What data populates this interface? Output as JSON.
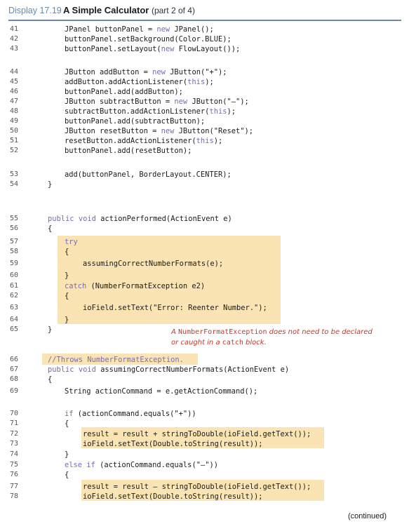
{
  "header": {
    "display_label": "Display 17.19",
    "title": "A Simple Calculator",
    "part": "(part 2 of 4)"
  },
  "code_lines": [
    {
      "no": "41",
      "text": "JPanel buttonPanel = new JPanel();"
    },
    {
      "no": "42",
      "text": "buttonPanel.setBackground(Color.BLUE);"
    },
    {
      "no": "43",
      "text": "buttonPanel.setLayout(new FlowLayout());"
    },
    {
      "no": "44",
      "text": "JButton addButton = new JButton(\"+\");"
    },
    {
      "no": "45",
      "text": "addButton.addActionListener(this);"
    },
    {
      "no": "46",
      "text": "buttonPanel.add(addButton);"
    },
    {
      "no": "47",
      "text": "JButton subtractButton = new JButton(\"–\");"
    },
    {
      "no": "48",
      "text": "subtractButton.addActionListener(this);"
    },
    {
      "no": "49",
      "text": "buttonPanel.add(subtractButton);"
    },
    {
      "no": "50",
      "text": "JButton resetButton = new JButton(\"Reset\");"
    },
    {
      "no": "51",
      "text": "resetButton.addActionListener(this);"
    },
    {
      "no": "52",
      "text": "buttonPanel.add(resetButton);"
    },
    {
      "no": "53",
      "text": "add(buttonPanel, BorderLayout.CENTER);"
    },
    {
      "no": "54",
      "text": "}"
    },
    {
      "no": "55",
      "text": "public void actionPerformed(ActionEvent e)"
    },
    {
      "no": "56",
      "text": "{"
    },
    {
      "no": "57",
      "text": "try"
    },
    {
      "no": "58",
      "text": "{"
    },
    {
      "no": "59",
      "text": "assumingCorrectNumberFormats(e);"
    },
    {
      "no": "60",
      "text": "}"
    },
    {
      "no": "61",
      "text": "catch (NumberFormatException e2)"
    },
    {
      "no": "62",
      "text": "{"
    },
    {
      "no": "63",
      "text": "ioField.setText(\"Error: Reenter Number.\");"
    },
    {
      "no": "64",
      "text": "}"
    },
    {
      "no": "65",
      "text": "}"
    },
    {
      "no": "66",
      "text": "//Throws NumberFormatException."
    },
    {
      "no": "67",
      "text": "public void assumingCorrectNumberFormats(ActionEvent e)"
    },
    {
      "no": "68",
      "text": "{"
    },
    {
      "no": "69",
      "text": "String actionCommand = e.getActionCommand();"
    },
    {
      "no": "70",
      "text": "if (actionCommand.equals(\"+\"))"
    },
    {
      "no": "71",
      "text": "{"
    },
    {
      "no": "72",
      "text": "result = result + stringToDouble(ioField.getText());"
    },
    {
      "no": "73",
      "text": "ioField.setText(Double.toString(result));"
    },
    {
      "no": "74",
      "text": "}"
    },
    {
      "no": "75",
      "text": "else if (actionCommand.equals(\"–\"))"
    },
    {
      "no": "76",
      "text": "{"
    },
    {
      "no": "77",
      "text": "result = result – stringToDouble(ioField.getText());"
    },
    {
      "no": "78",
      "text": "ioField.setText(Double.toString(result));"
    }
  ],
  "annotation": {
    "a": "A ",
    "class_name": "NumberFormatException",
    "b": " does not need to be declared",
    "c": "or caught in a ",
    "catch_word": "catch",
    "d": " block."
  },
  "footer": {
    "continued": "(continued)"
  },
  "colors": {
    "highlight": "#fbe4b4",
    "keyword": "#7a6ab0",
    "note": "#c0392b",
    "header_blue": "#6b8aa6"
  }
}
